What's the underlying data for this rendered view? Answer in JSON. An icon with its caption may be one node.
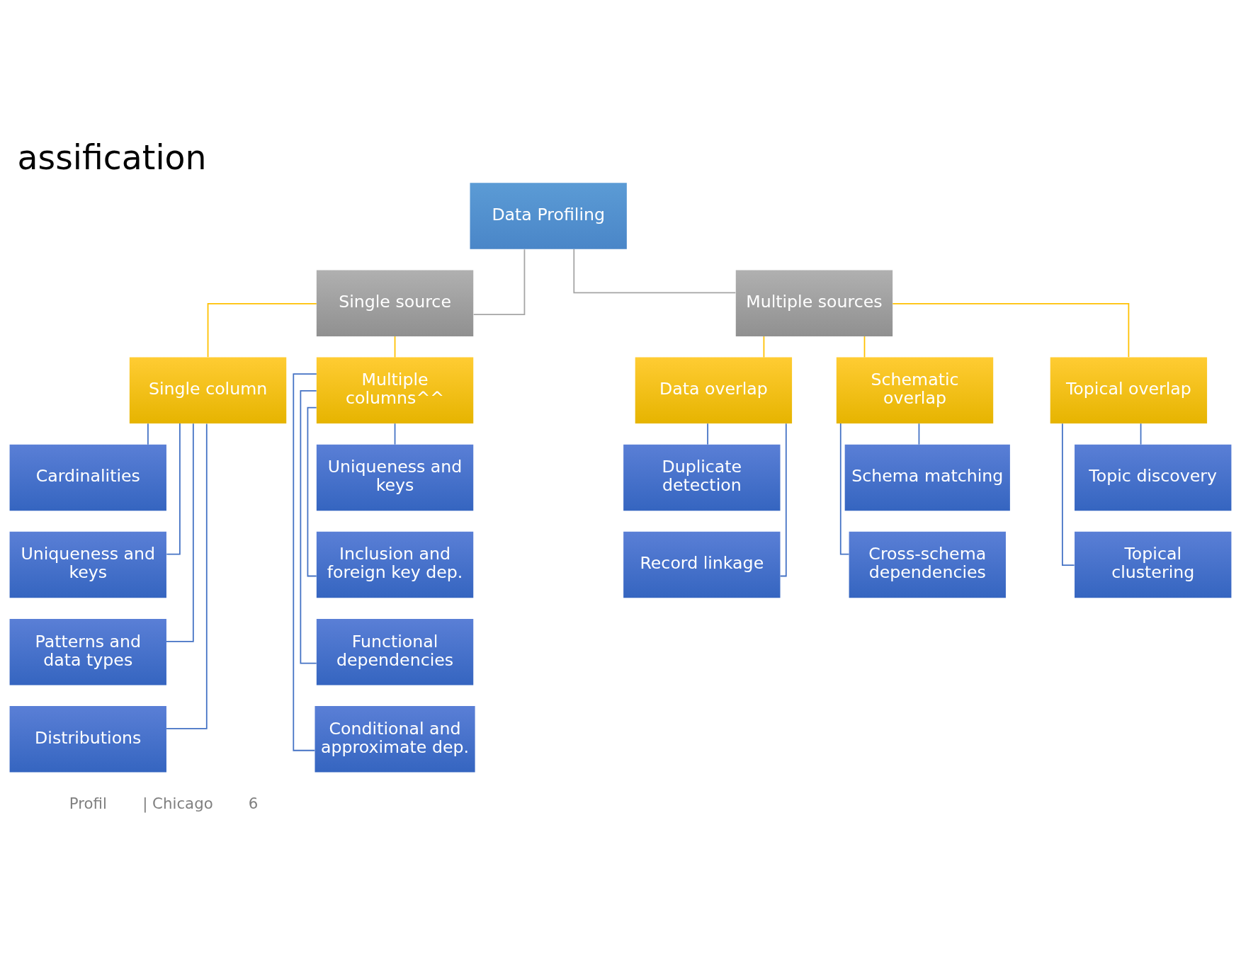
{
  "diagram": {
    "title": "assification",
    "nodes": [
      {
        "text": [
          "Data Profiling"
        ]
      },
      {
        "text": [
          "Single source"
        ]
      },
      {
        "text": [
          "Multiple sources"
        ]
      },
      {
        "text": [
          "Single column"
        ]
      },
      {
        "text": [
          "Multiple columns^^"
        ]
      },
      {
        "text": [
          "Data overlap"
        ]
      },
      {
        "text": [
          "Schematic overlap"
        ]
      },
      {
        "text": [
          "Topical overlap"
        ]
      },
      {
        "text": [
          "Cardinalities"
        ]
      },
      {
        "text": [
          "Uniqueness and keys"
        ]
      },
      {
        "text": [
          "Patterns and data types"
        ]
      },
      {
        "text": [
          "Distributions"
        ]
      },
      {
        "text": [
          "Uniqueness and keys"
        ]
      },
      {
        "text": [
          "Inclusion and foreign key dep."
        ]
      },
      {
        "text": [
          "Functional dependencies"
        ]
      },
      {
        "text": [
          "Conditional and approximate dep."
        ]
      },
      {
        "text": [
          "Duplicate detection"
        ]
      },
      {
        "text": [
          "Record linkage"
        ]
      },
      {
        "text": [
          "Schema matching"
        ]
      },
      {
        "text": [
          "Cross-schema dependencies"
        ]
      },
      {
        "text": [
          "Topic discovery"
        ]
      },
      {
        "text": [
          "Topical clustering"
        ]
      }
    ],
    "edges": [
      {
        "from": 0,
        "to": 1,
        "arrow": "none",
        "color": "#a5a5a5"
      },
      {
        "from": 0,
        "to": 2,
        "arrow": "none",
        "color": "#a5a5a5"
      },
      {
        "from": 1,
        "to": 3,
        "arrow": "none",
        "color": "#ffc000"
      },
      {
        "from": 1,
        "to": 4,
        "arrow": "none",
        "color": "#ffc000"
      },
      {
        "from": 2,
        "to": 5,
        "arrow": "none",
        "color": "#ffc000"
      },
      {
        "from": 2,
        "to": 6,
        "arrow": "none",
        "color": "#ffc000"
      },
      {
        "from": 2,
        "to": 7,
        "arrow": "none",
        "color": "#ffc000"
      },
      {
        "from": 3,
        "to": 8,
        "arrow": "none"
      },
      {
        "from": 3,
        "to": 9,
        "arrow": "none"
      },
      {
        "from": 3,
        "to": 10,
        "arrow": "none"
      },
      {
        "from": 3,
        "to": 11,
        "arrow": "none"
      },
      {
        "from": 4,
        "to": 12,
        "arrow": "none"
      },
      {
        "from": 4,
        "to": 13,
        "arrow": "none"
      },
      {
        "from": 4,
        "to": 14,
        "arrow": "none"
      },
      {
        "from": 4,
        "to": 15,
        "arrow": "none"
      },
      {
        "from": 5,
        "to": 16,
        "arrow": "none"
      },
      {
        "from": 5,
        "to": 17,
        "arrow": "none"
      },
      {
        "from": 6,
        "to": 18,
        "arrow": "none"
      },
      {
        "from": 6,
        "to": 19,
        "arrow": "none"
      },
      {
        "from": 7,
        "to": 20,
        "arrow": "none"
      },
      {
        "from": 7,
        "to": 21,
        "arrow": "none"
      }
    ],
    "labels": [
      "Profil",
      "| Chicago",
      "6"
    ]
  }
}
